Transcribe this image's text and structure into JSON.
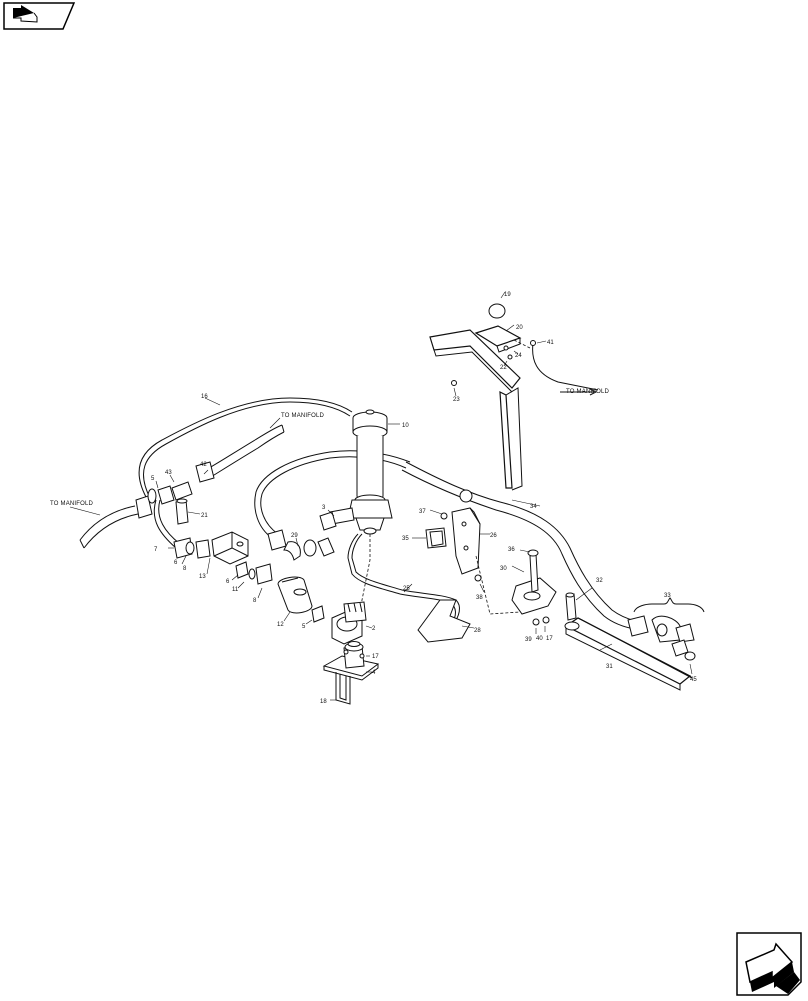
{
  "navigation": {
    "back_icon": "back-page-arrow-icon",
    "next_icon": "next-page-arrow-icon"
  },
  "notes": {
    "to_manifold_top": "TO MANIFOLD",
    "to_manifold_left": "TO MANIFOLD",
    "to_manifold_right": "TO MANIFOLD"
  },
  "callouts": {
    "c1": "1",
    "c2": "2",
    "c3": "3",
    "c4": "4",
    "c5": "5",
    "c6": "6",
    "c6b": "6",
    "c7": "7",
    "c8": "8",
    "c8b": "8",
    "c10": "10",
    "c11": "11",
    "c12": "12",
    "c13": "13",
    "c16": "16",
    "c17": "17",
    "c17b": "17",
    "c18": "18",
    "c19": "19",
    "c20": "20",
    "c21": "21",
    "c22": "22",
    "c23": "23",
    "c24": "24",
    "c25": "25",
    "c26": "26",
    "c28": "28",
    "c29": "29",
    "c30": "30",
    "c31": "31",
    "c32": "32",
    "c33": "33",
    "c34": "34",
    "c35": "35",
    "c36": "36",
    "c37": "37",
    "c38": "38",
    "c39": "39",
    "c40": "40",
    "c41": "41",
    "c42": "42",
    "c43": "43",
    "c45": "45"
  }
}
